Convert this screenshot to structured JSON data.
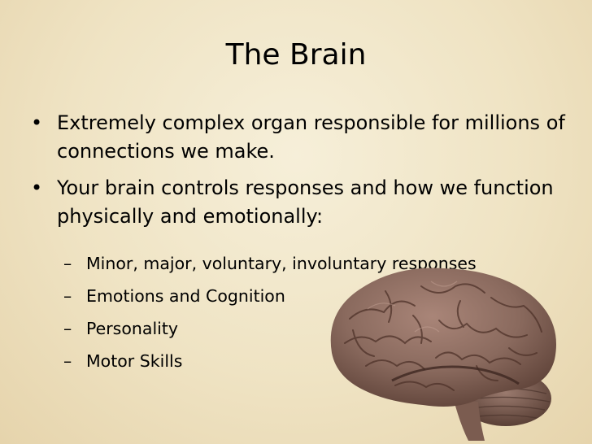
{
  "slide": {
    "title": "The Brain",
    "bullets": [
      {
        "text": "Extremely complex organ responsible for millions of connections we make."
      },
      {
        "text": "Your brain controls responses and how we function physically and emotionally:"
      }
    ],
    "subbullets": [
      {
        "text": "Minor, major, voluntary, involuntary responses"
      },
      {
        "text": "Emotions and Cognition"
      },
      {
        "text": "Personality"
      },
      {
        "text": "Motor Skills"
      }
    ],
    "bullet_glyph": "•",
    "dash_glyph": "–",
    "image": {
      "icon": "brain-icon"
    },
    "colors": {
      "background": "#efe3c3",
      "text": "#000000",
      "brain": "#8a6a5e"
    }
  }
}
